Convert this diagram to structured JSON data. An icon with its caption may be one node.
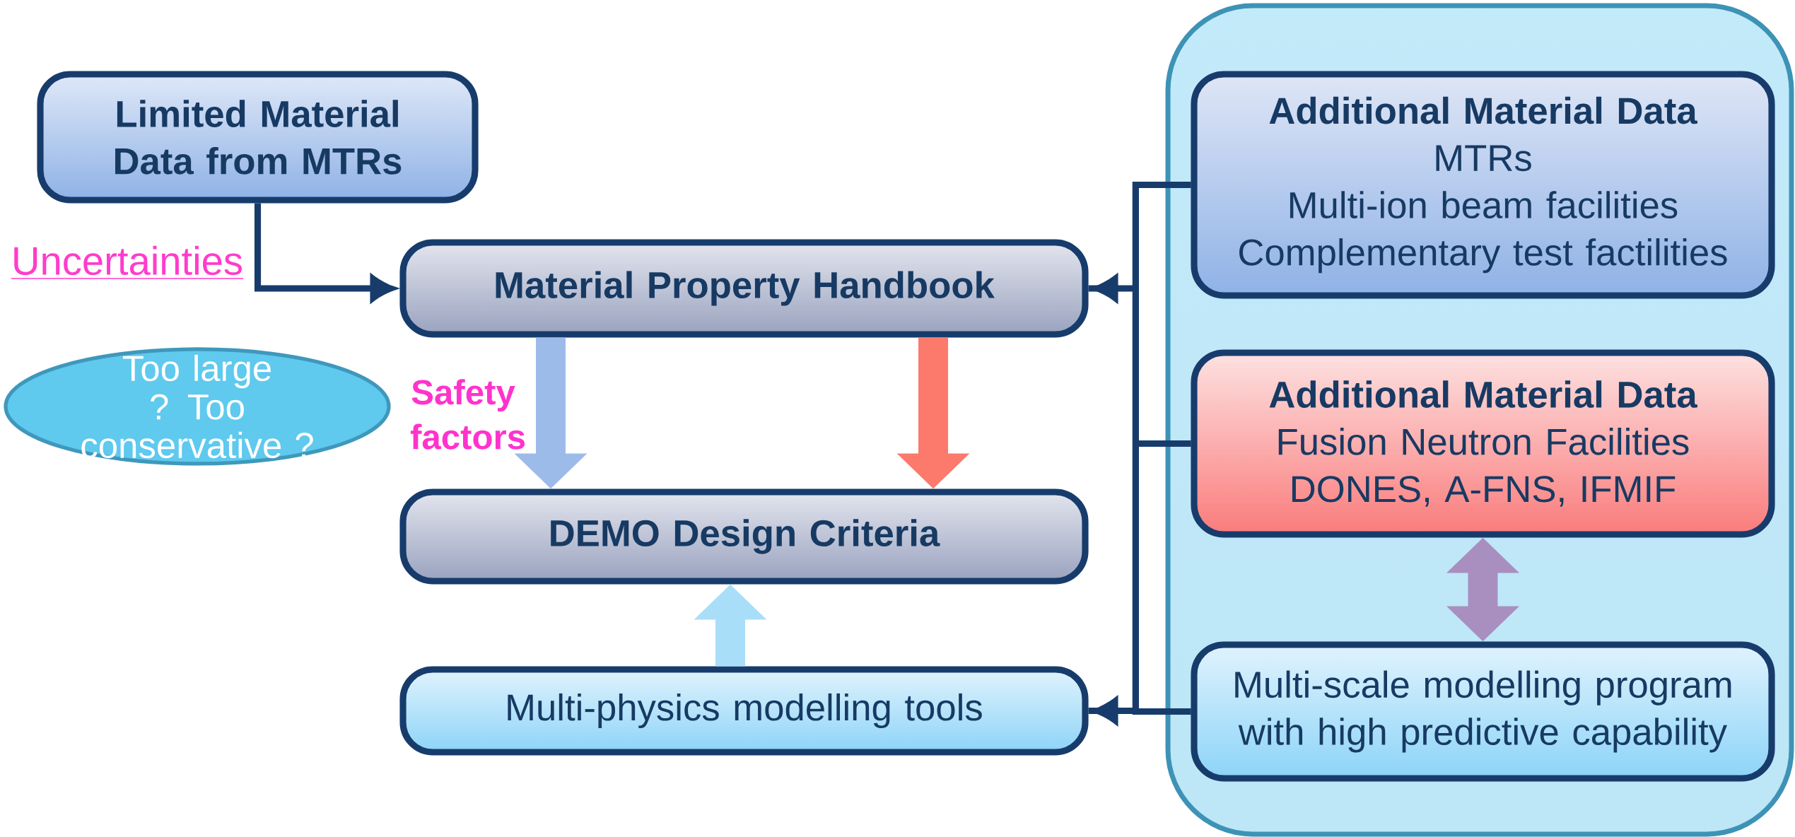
{
  "diagram": {
    "nodes": [
      {
        "text": [
          "Limited Material Data from MTRs"
        ]
      },
      {
        "text": [],
        "shape": "box"
      },
      {
        "text": [
          "Additional Material Data",
          "MTRs",
          "Multi-ion beam facilities",
          "Complementary test factilities"
        ],
        "in": 1
      },
      {
        "text": [
          "Additional Material Data",
          "Fusion Neutron Facilities",
          "DONES, A-FNS, IFMIF"
        ],
        "in": 1
      },
      {
        "text": [
          "Multi-scale modelling program with high predictive capability"
        ],
        "in": 1
      },
      {
        "text": [
          "Material Property Handbook"
        ]
      },
      {
        "text": [
          "Too large ? Too conservative ?"
        ]
      },
      {
        "text": [
          "DEMO Design Criteria"
        ]
      },
      {
        "text": [
          "Multi-physics modelling tools"
        ]
      }
    ],
    "edges": [
      {
        "from": 0,
        "to": 5,
        "arrow": "to",
        "label": "Uncertainties"
      },
      {
        "from": 2,
        "to": 5,
        "arrow": "to"
      },
      {
        "from": 3,
        "to": 5,
        "arrow": "to"
      },
      {
        "from": 4,
        "to": 5,
        "arrow": "to"
      },
      {
        "from": 2,
        "to": 8,
        "arrow": "to"
      },
      {
        "from": 3,
        "to": 8,
        "arrow": "to"
      },
      {
        "from": 4,
        "to": 8,
        "arrow": "to"
      },
      {
        "from": 5,
        "to": 7,
        "arrow": "to",
        "label": "Safety factors",
        "style": "thick",
        "color": "#9dbbe8"
      },
      {
        "from": 5,
        "to": 7,
        "arrow": "to",
        "style": "thick",
        "color": "#fb7a6c"
      },
      {
        "from": 8,
        "to": 7,
        "arrow": "to",
        "style": "thick",
        "color": "#a9def9"
      },
      {
        "from": 3,
        "to": 4,
        "arrow": "both",
        "style": "thick",
        "color": "#a98fc0"
      }
    ]
  }
}
